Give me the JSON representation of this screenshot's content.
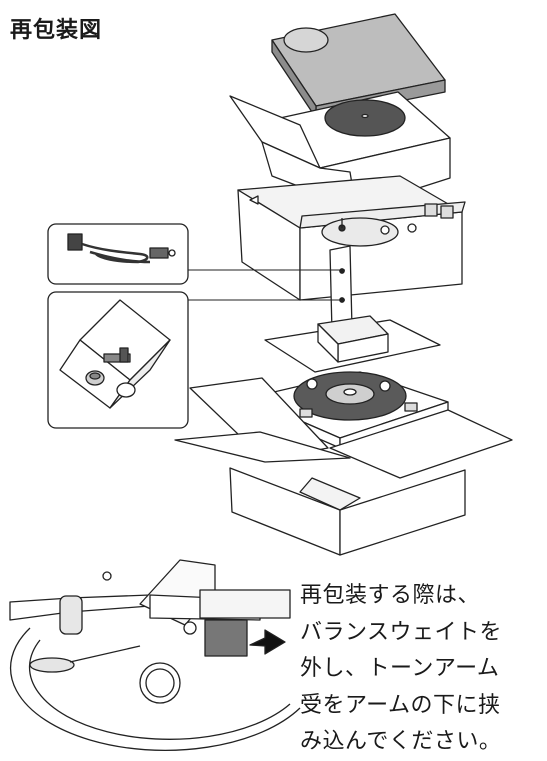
{
  "title": "再包装図",
  "instruction": {
    "lines": [
      "再包装する際は、",
      "バランスウェイトを",
      "外し、トーンアーム",
      "受をアームの下に挟",
      "み込んでください。"
    ]
  }
}
